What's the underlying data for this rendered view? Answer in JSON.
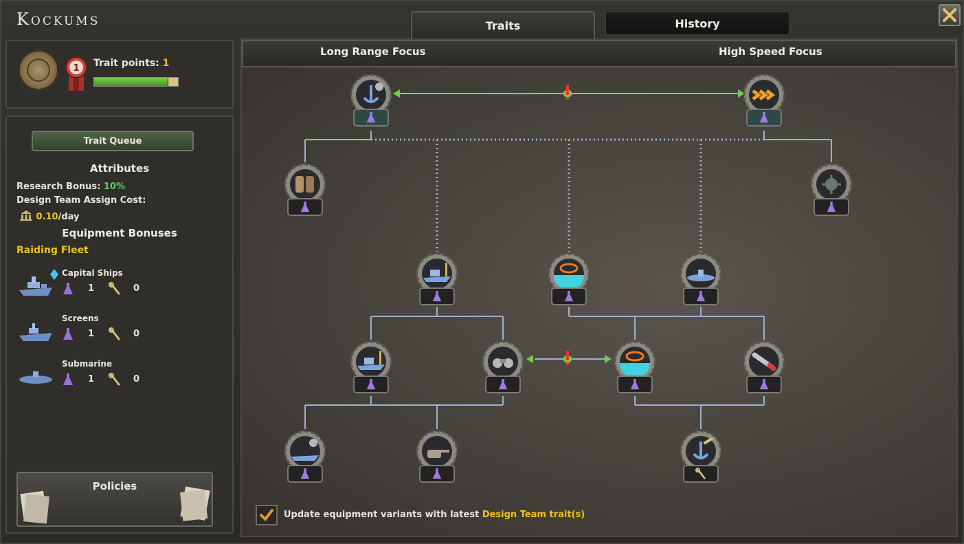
{
  "window": {
    "title": "Kockums"
  },
  "tabs": [
    {
      "label": "Traits",
      "active": true
    },
    {
      "label": "History",
      "active": false
    }
  ],
  "header": {
    "trait_points_label": "Trait points:",
    "trait_points_value": "1",
    "badge_number": "1",
    "progress": 0.88
  },
  "sidebar": {
    "trait_queue_label": "Trait Queue",
    "attributes_title": "Attributes",
    "research_bonus_label": "Research Bonus:",
    "research_bonus_value": "10%",
    "assign_cost_label": "Design Team Assign Cost:",
    "assign_cost_value": "0.10",
    "assign_cost_unit": "/day",
    "equipment_title": "Equipment Bonuses",
    "fleet_name": "Raiding Fleet",
    "ships": [
      {
        "name": "Capital Ships",
        "research": "1",
        "production": "0"
      },
      {
        "name": "Screens",
        "research": "1",
        "production": "0"
      },
      {
        "name": "Submarine",
        "research": "1",
        "production": "0"
      }
    ],
    "policies_label": "Policies"
  },
  "tree": {
    "focus_left": "Long Range Focus",
    "focus_right": "High Speed Focus"
  },
  "footer": {
    "update_text": "Update  equipment variants with latest ",
    "update_highlight": "Design Team trait(s)",
    "checked": true
  },
  "colors": {
    "accent_yellow": "#f2c418",
    "accent_green": "#5ed35a",
    "line_color": "#9db0cc"
  }
}
